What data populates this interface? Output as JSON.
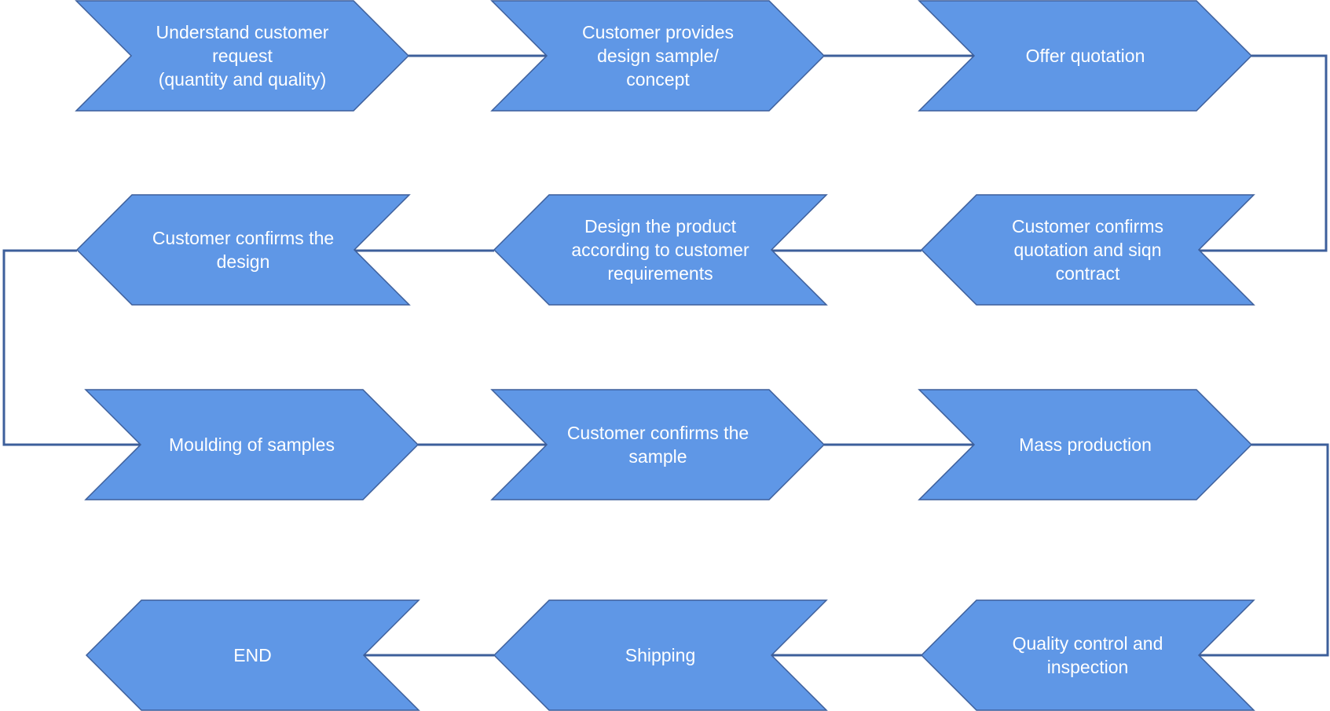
{
  "colors": {
    "shape_fill": "#5f97e6",
    "shape_border": "#3d5f9b",
    "connector": "#3d5f9b",
    "text": "#ffffff",
    "background": "#ffffff"
  },
  "steps": [
    {
      "name": "step-understand-request",
      "direction": "right",
      "lines": [
        "Understand customer",
        "request",
        "(quantity and quality)"
      ]
    },
    {
      "name": "step-design-sample",
      "direction": "right",
      "lines": [
        "Customer  provides",
        "design sample/",
        "concept"
      ]
    },
    {
      "name": "step-offer-quotation",
      "direction": "right",
      "lines": [
        "Offer quotation"
      ]
    },
    {
      "name": "step-confirm-quotation",
      "direction": "left",
      "lines": [
        "Customer confirms",
        "quotation and siqn",
        "contract"
      ]
    },
    {
      "name": "step-design-product",
      "direction": "left",
      "lines": [
        "Design the product",
        "according to customer",
        "requirements"
      ]
    },
    {
      "name": "step-confirm-design",
      "direction": "left",
      "lines": [
        "Customer confirms the",
        "design"
      ]
    },
    {
      "name": "step-moulding-samples",
      "direction": "right",
      "lines": [
        "Moulding of samples"
      ]
    },
    {
      "name": "step-confirm-sample",
      "direction": "right",
      "lines": [
        "Customer confirms the",
        "sample"
      ]
    },
    {
      "name": "step-mass-production",
      "direction": "right",
      "lines": [
        "Mass production"
      ]
    },
    {
      "name": "step-quality-control",
      "direction": "left",
      "lines": [
        "Quality control and",
        "inspection"
      ]
    },
    {
      "name": "step-shipping",
      "direction": "left",
      "lines": [
        "Shipping"
      ]
    },
    {
      "name": "step-end",
      "direction": "left",
      "lines": [
        "END"
      ]
    }
  ]
}
